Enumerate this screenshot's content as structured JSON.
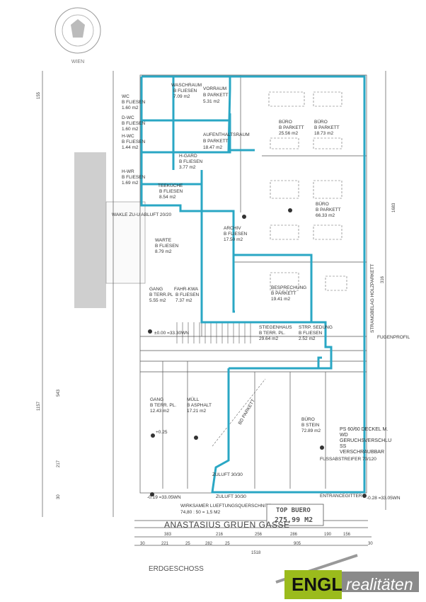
{
  "plan": {
    "street": "ANASTASIUS GRUEN GASSE",
    "floor": "ERDGESCHOSS",
    "unit_title": "TOP BUERO",
    "unit_area": "275,99 M2",
    "seal_city": "WIEN",
    "colors": {
      "outline": "#2aa7c4",
      "wall": "#444444"
    },
    "rooms": [
      {
        "name": "WASCHRAUM",
        "floor": "B FLIESEN",
        "area": "7.09 m2"
      },
      {
        "name": "VORRAUM",
        "floor": "B PARKETT",
        "area": "5.31 m2"
      },
      {
        "name": "WC",
        "floor": "B FLIESEN",
        "area": "1.60 m2"
      },
      {
        "name": "D-WC",
        "floor": "B FLIESEN",
        "area": "1.60 m2"
      },
      {
        "name": "H-WC",
        "floor": "B FLIESEN",
        "area": "1.44 m2"
      },
      {
        "name": "H-WR",
        "floor": "B FLIESEN",
        "area": "1.69 m2"
      },
      {
        "name": "AUFENTHALTSRAUM",
        "floor": "B PARKETT",
        "area": "18.47 m2"
      },
      {
        "name": "H-GARD",
        "floor": "B FLIESEN",
        "area": "3.77 m2"
      },
      {
        "name": "TEEKÜCHE",
        "floor": "B FLIESEN",
        "area": "8.54 m2"
      },
      {
        "name": "BÜRO",
        "floor": "B PARKETT",
        "area": "25.56 m2"
      },
      {
        "name": "BÜRO",
        "floor": "B PARKETT",
        "area": "18.73 m2"
      },
      {
        "name": "BÜRO",
        "floor": "B PARKETT",
        "area": "66.33 m2"
      },
      {
        "name": "ARCHIV",
        "floor": "B FLIESEN",
        "area": "17.50 m2"
      },
      {
        "name": "WARTE",
        "floor": "B FLIESEN",
        "area": "8.79 m2"
      },
      {
        "name": "BESPRECHUNG",
        "floor": "B PARKETT",
        "area": "19.41 m2"
      },
      {
        "name": "GANG",
        "floor": "B TERR.PL",
        "area": "5.55 m2"
      },
      {
        "name": "FAHR-KWA",
        "floor": "B FLIESEN",
        "area": "7.37 m2"
      },
      {
        "name": "STIEGENHAUS",
        "floor": "B TERR. PL.",
        "area": "29.64 m2"
      },
      {
        "name": "STRP. SEDUNG",
        "floor": "B FLIESEN",
        "area": "2.52 m2"
      },
      {
        "name": "GANG",
        "floor": "B TERR. PL.",
        "area": "12.43 m2"
      },
      {
        "name": "MÜLL",
        "floor": "B ASPHALT",
        "area": "17.21 m2"
      },
      {
        "name": "BÜRO",
        "floor": "B STEIN",
        "area": "72.89 m2"
      }
    ],
    "notes": [
      "WAKLE ZU-U ABLUFT 20/20",
      "ZULUFT 30/30",
      "WIRKSAMER LUEFTUNGSQUERSCHNITT",
      "74,80 : 50 = 1,5 M2",
      "ENTRANCEGITTER",
      "PS 60/60 DECKEL M. WD GERUCHSVERSCHLUSS VERSCHRAUBBAR",
      "FUSSABSTREIFER 70/120",
      "BD PARKETT",
      "STRANGBELAG HOLZPARKETT",
      "FUGENPROFIL",
      "±0.00 =33.30WN",
      "+0.25",
      "-0.19 =33.05WN",
      "-0.28 =33.05WN"
    ],
    "dimensions": {
      "row1": [
        "383",
        "216",
        "256",
        "286",
        "190",
        "156"
      ],
      "row2": [
        "30",
        "221",
        "25",
        "282",
        "25",
        "905",
        "30"
      ],
      "total": "1518",
      "left": [
        "155",
        "1157",
        "543",
        "217",
        "30"
      ],
      "right": [
        "1683",
        "316"
      ]
    }
  },
  "brand": {
    "name": "ENGL",
    "tagline": "realitäten"
  }
}
